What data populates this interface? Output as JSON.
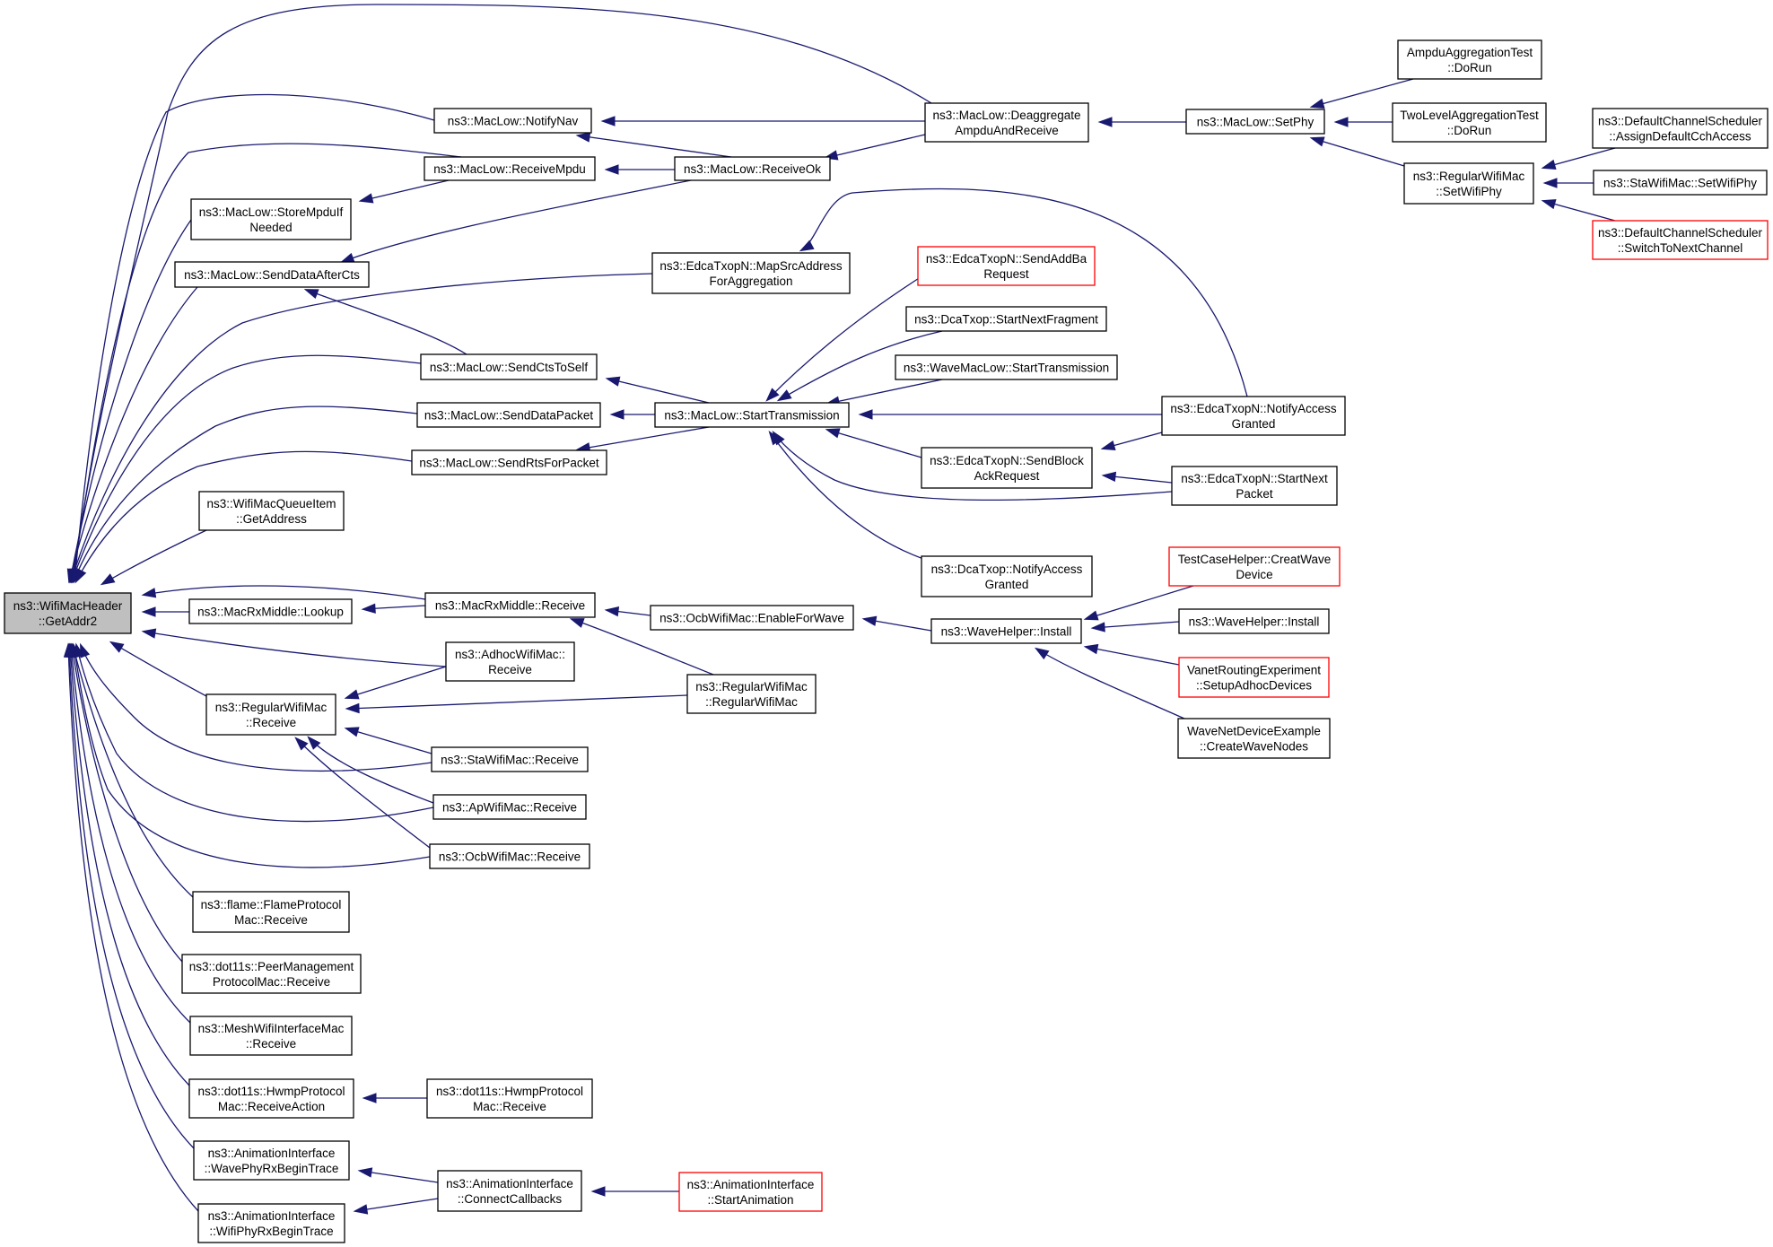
{
  "graph": {
    "nodes": [
      {
        "id": "n_getaddr2",
        "lines": [
          "ns3::WifiMacHeader",
          "::GetAddr2"
        ],
        "style": "highlight"
      },
      {
        "id": "n_notifynav",
        "lines": [
          "ns3::MacLow::NotifyNav"
        ]
      },
      {
        "id": "n_deaggregate",
        "lines": [
          "ns3::MacLow::Deaggregate",
          "AmpduAndReceive"
        ]
      },
      {
        "id": "n_setphy",
        "lines": [
          "ns3::MacLow::SetPhy"
        ]
      },
      {
        "id": "n_ampduaggtest",
        "lines": [
          "AmpduAggregationTest",
          "::DoRun"
        ]
      },
      {
        "id": "n_twolevelagg",
        "lines": [
          "TwoLevelAggregationTest",
          "::DoRun"
        ]
      },
      {
        "id": "n_regsetwifiphy",
        "lines": [
          "ns3::RegularWifiMac",
          "::SetWifiPhy"
        ]
      },
      {
        "id": "n_dcsassign",
        "lines": [
          "ns3::DefaultChannelScheduler",
          "::AssignDefaultCchAccess"
        ]
      },
      {
        "id": "n_stasetwifiphy",
        "lines": [
          "ns3::StaWifiMac::SetWifiPhy"
        ]
      },
      {
        "id": "n_dcsswitch",
        "lines": [
          "ns3::DefaultChannelScheduler",
          "::SwitchToNextChannel"
        ],
        "style": "red"
      },
      {
        "id": "n_receivempdu",
        "lines": [
          "ns3::MacLow::ReceiveMpdu"
        ]
      },
      {
        "id": "n_receiveok",
        "lines": [
          "ns3::MacLow::ReceiveOk"
        ]
      },
      {
        "id": "n_storempdu",
        "lines": [
          "ns3::MacLow::StoreMpduIf",
          "Needed"
        ]
      },
      {
        "id": "n_senddataaftercts",
        "lines": [
          "ns3::MacLow::SendDataAfterCts"
        ]
      },
      {
        "id": "n_mapsrc",
        "lines": [
          "ns3::EdcaTxopN::MapSrcAddress",
          "ForAggregation"
        ]
      },
      {
        "id": "n_sendaddba",
        "lines": [
          "ns3::EdcaTxopN::SendAddBa",
          "Request"
        ],
        "style": "red"
      },
      {
        "id": "n_dcastartnextfrag",
        "lines": [
          "ns3::DcaTxop::StartNextFragment"
        ]
      },
      {
        "id": "n_wavemaclowstart",
        "lines": [
          "ns3::WaveMacLow::StartTransmission"
        ]
      },
      {
        "id": "n_sendctstoself",
        "lines": [
          "ns3::MacLow::SendCtsToSelf"
        ]
      },
      {
        "id": "n_senddatapacket",
        "lines": [
          "ns3::MacLow::SendDataPacket"
        ]
      },
      {
        "id": "n_starttx",
        "lines": [
          "ns3::MacLow::StartTransmission"
        ]
      },
      {
        "id": "n_edcanotifyaccess",
        "lines": [
          "ns3::EdcaTxopN::NotifyAccess",
          "Granted"
        ]
      },
      {
        "id": "n_sendrts",
        "lines": [
          "ns3::MacLow::SendRtsForPacket"
        ]
      },
      {
        "id": "n_sendblockack",
        "lines": [
          "ns3::EdcaTxopN::SendBlock",
          "AckRequest"
        ]
      },
      {
        "id": "n_edcastartnext",
        "lines": [
          "ns3::EdcaTxopN::StartNext",
          "Packet"
        ]
      },
      {
        "id": "n_queueitem",
        "lines": [
          "ns3::WifiMacQueueItem",
          "::GetAddress"
        ]
      },
      {
        "id": "n_dcanotifyaccess",
        "lines": [
          "ns3::DcaTxop::NotifyAccess",
          "Granted"
        ]
      },
      {
        "id": "n_testcasehelper",
        "lines": [
          "TestCaseHelper::CreatWave",
          "Device"
        ],
        "style": "red"
      },
      {
        "id": "n_rxmiddlelookup",
        "lines": [
          "ns3::MacRxMiddle::Lookup"
        ]
      },
      {
        "id": "n_rxmiddlereceive",
        "lines": [
          "ns3::MacRxMiddle::Receive"
        ]
      },
      {
        "id": "n_ocbenable",
        "lines": [
          "ns3::OcbWifiMac::EnableForWave"
        ]
      },
      {
        "id": "n_wavehelperinstall",
        "lines": [
          "ns3::WaveHelper::Install"
        ]
      },
      {
        "id": "n_wavehelperinstall2",
        "lines": [
          "ns3::WaveHelper::Install"
        ]
      },
      {
        "id": "n_adhocreceive",
        "lines": [
          "ns3::AdhocWifiMac::",
          "Receive"
        ]
      },
      {
        "id": "n_vanetrouting",
        "lines": [
          "VanetRoutingExperiment",
          "::SetupAdhocDevices"
        ],
        "style": "red"
      },
      {
        "id": "n_regreceive",
        "lines": [
          "ns3::RegularWifiMac",
          "::Receive"
        ]
      },
      {
        "id": "n_regctor",
        "lines": [
          "ns3::RegularWifiMac",
          "::RegularWifiMac"
        ]
      },
      {
        "id": "n_wavenetdevice",
        "lines": [
          "WaveNetDeviceExample",
          "::CreateWaveNodes"
        ]
      },
      {
        "id": "n_stareceive",
        "lines": [
          "ns3::StaWifiMac::Receive"
        ]
      },
      {
        "id": "n_apreceive",
        "lines": [
          "ns3::ApWifiMac::Receive"
        ]
      },
      {
        "id": "n_ocbreceive",
        "lines": [
          "ns3::OcbWifiMac::Receive"
        ]
      },
      {
        "id": "n_flame",
        "lines": [
          "ns3::flame::FlameProtocol",
          "Mac::Receive"
        ]
      },
      {
        "id": "n_peermgmt",
        "lines": [
          "ns3::dot11s::PeerManagement",
          "ProtocolMac::Receive"
        ]
      },
      {
        "id": "n_meshwifi",
        "lines": [
          "ns3::MeshWifiInterfaceMac",
          "::Receive"
        ]
      },
      {
        "id": "n_hwmpaction",
        "lines": [
          "ns3::dot11s::HwmpProtocol",
          "Mac::ReceiveAction"
        ]
      },
      {
        "id": "n_hwmpreceive",
        "lines": [
          "ns3::dot11s::HwmpProtocol",
          "Mac::Receive"
        ]
      },
      {
        "id": "n_wavephyrx",
        "lines": [
          "ns3::AnimationInterface",
          "::WavePhyRxBeginTrace"
        ]
      },
      {
        "id": "n_connectcallbacks",
        "lines": [
          "ns3::AnimationInterface",
          "::ConnectCallbacks"
        ]
      },
      {
        "id": "n_startanimation",
        "lines": [
          "ns3::AnimationInterface",
          "::StartAnimation"
        ],
        "style": "red"
      },
      {
        "id": "n_wifiphyrx",
        "lines": [
          "ns3::AnimationInterface",
          "::WifiPhyRxBeginTrace"
        ]
      }
    ],
    "edges": [
      {
        "from": "n_notifynav",
        "to": "n_getaddr2"
      },
      {
        "from": "n_deaggregate",
        "to": "n_getaddr2"
      },
      {
        "from": "n_receivempdu",
        "to": "n_getaddr2"
      },
      {
        "from": "n_storempdu",
        "to": "n_getaddr2"
      },
      {
        "from": "n_senddataaftercts",
        "to": "n_getaddr2"
      },
      {
        "from": "n_mapsrc",
        "to": "n_getaddr2"
      },
      {
        "from": "n_sendctstoself",
        "to": "n_getaddr2"
      },
      {
        "from": "n_senddatapacket",
        "to": "n_getaddr2"
      },
      {
        "from": "n_sendrts",
        "to": "n_getaddr2"
      },
      {
        "from": "n_queueitem",
        "to": "n_getaddr2"
      },
      {
        "from": "n_rxmiddlereceive",
        "to": "n_getaddr2"
      },
      {
        "from": "n_rxmiddlelookup",
        "to": "n_getaddr2"
      },
      {
        "from": "n_adhocreceive",
        "to": "n_getaddr2"
      },
      {
        "from": "n_regreceive",
        "to": "n_getaddr2"
      },
      {
        "from": "n_stareceive",
        "to": "n_getaddr2"
      },
      {
        "from": "n_apreceive",
        "to": "n_getaddr2"
      },
      {
        "from": "n_ocbreceive",
        "to": "n_getaddr2"
      },
      {
        "from": "n_flame",
        "to": "n_getaddr2"
      },
      {
        "from": "n_peermgmt",
        "to": "n_getaddr2"
      },
      {
        "from": "n_meshwifi",
        "to": "n_getaddr2"
      },
      {
        "from": "n_hwmpaction",
        "to": "n_getaddr2"
      },
      {
        "from": "n_wavephyrx",
        "to": "n_getaddr2"
      },
      {
        "from": "n_wifiphyrx",
        "to": "n_getaddr2"
      },
      {
        "from": "n_deaggregate",
        "to": "n_notifynav"
      },
      {
        "from": "n_receiveok",
        "to": "n_notifynav"
      },
      {
        "from": "n_setphy",
        "to": "n_deaggregate"
      },
      {
        "from": "n_ampduaggtest",
        "to": "n_setphy"
      },
      {
        "from": "n_twolevelagg",
        "to": "n_setphy"
      },
      {
        "from": "n_regsetwifiphy",
        "to": "n_setphy"
      },
      {
        "from": "n_dcsassign",
        "to": "n_regsetwifiphy"
      },
      {
        "from": "n_stasetwifiphy",
        "to": "n_regsetwifiphy"
      },
      {
        "from": "n_dcsswitch",
        "to": "n_regsetwifiphy"
      },
      {
        "from": "n_receiveok",
        "to": "n_receivempdu"
      },
      {
        "from": "n_deaggregate",
        "to": "n_receiveok"
      },
      {
        "from": "n_receivempdu",
        "to": "n_storempdu"
      },
      {
        "from": "n_receiveok",
        "to": "n_senddataaftercts"
      },
      {
        "from": "n_sendctstoself",
        "to": "n_senddataaftercts"
      },
      {
        "from": "n_edcanotifyaccess",
        "to": "n_mapsrc"
      },
      {
        "from": "n_starttx",
        "to": "n_sendctstoself"
      },
      {
        "from": "n_starttx",
        "to": "n_senddatapacket"
      },
      {
        "from": "n_starttx",
        "to": "n_sendrts"
      },
      {
        "from": "n_sendaddba",
        "to": "n_starttx"
      },
      {
        "from": "n_dcastartnextfrag",
        "to": "n_starttx"
      },
      {
        "from": "n_wavemaclowstart",
        "to": "n_starttx"
      },
      {
        "from": "n_edcanotifyaccess",
        "to": "n_starttx"
      },
      {
        "from": "n_sendblockack",
        "to": "n_starttx"
      },
      {
        "from": "n_edcastartnext",
        "to": "n_starttx"
      },
      {
        "from": "n_dcanotifyaccess",
        "to": "n_starttx"
      },
      {
        "from": "n_edcanotifyaccess",
        "to": "n_sendblockack"
      },
      {
        "from": "n_edcastartnext",
        "to": "n_sendblockack"
      },
      {
        "from": "n_rxmiddlereceive",
        "to": "n_rxmiddlelookup"
      },
      {
        "from": "n_ocbenable",
        "to": "n_rxmiddlereceive"
      },
      {
        "from": "n_regctor",
        "to": "n_rxmiddlereceive"
      },
      {
        "from": "n_wavehelperinstall",
        "to": "n_ocbenable"
      },
      {
        "from": "n_testcasehelper",
        "to": "n_wavehelperinstall"
      },
      {
        "from": "n_wavehelperinstall2",
        "to": "n_wavehelperinstall"
      },
      {
        "from": "n_vanetrouting",
        "to": "n_wavehelperinstall"
      },
      {
        "from": "n_wavenetdevice",
        "to": "n_wavehelperinstall"
      },
      {
        "from": "n_adhocreceive",
        "to": "n_regreceive"
      },
      {
        "from": "n_regctor",
        "to": "n_regreceive"
      },
      {
        "from": "n_stareceive",
        "to": "n_regreceive"
      },
      {
        "from": "n_apreceive",
        "to": "n_regreceive"
      },
      {
        "from": "n_ocbreceive",
        "to": "n_regreceive"
      },
      {
        "from": "n_hwmpreceive",
        "to": "n_hwmpaction"
      },
      {
        "from": "n_connectcallbacks",
        "to": "n_wavephyrx"
      },
      {
        "from": "n_connectcallbacks",
        "to": "n_wifiphyrx"
      },
      {
        "from": "n_startanimation",
        "to": "n_connectcallbacks"
      }
    ]
  }
}
